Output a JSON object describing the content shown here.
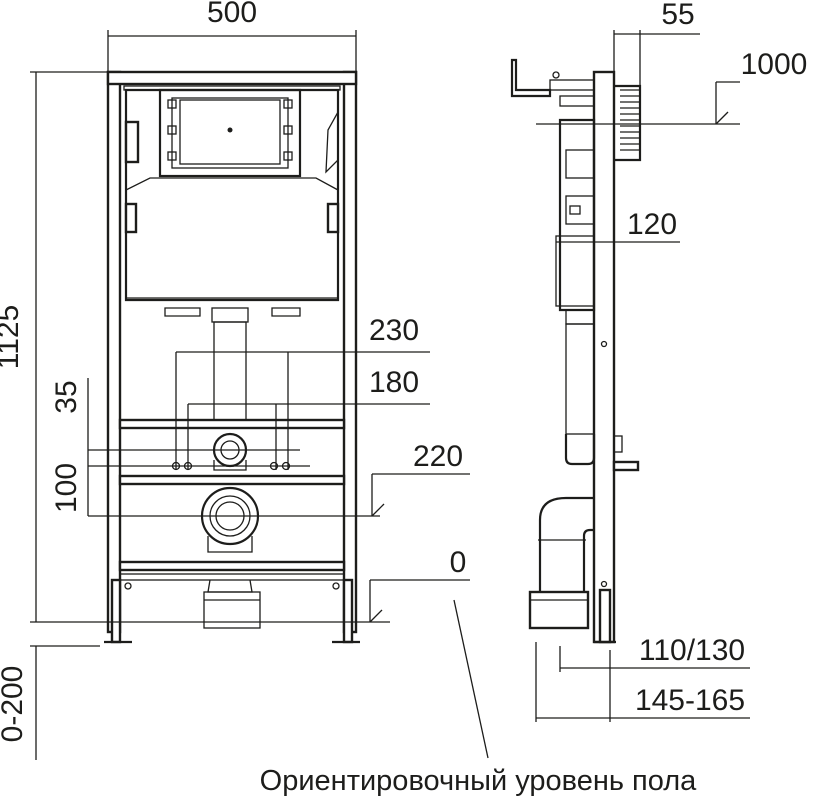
{
  "front_view": {
    "width_label": "500",
    "height_label": "1125",
    "spacing_230": "230",
    "spacing_180": "180",
    "offset_35": "35",
    "offset_100": "100",
    "height_220": "220",
    "level_0": "0",
    "adjust_label": "0-200"
  },
  "side_view": {
    "depth_55": "55",
    "height_1000": "1000",
    "depth_120": "120",
    "pipe_label": "110/130",
    "range_label": "145-165"
  },
  "caption": "Ориентировочный уровень пола"
}
